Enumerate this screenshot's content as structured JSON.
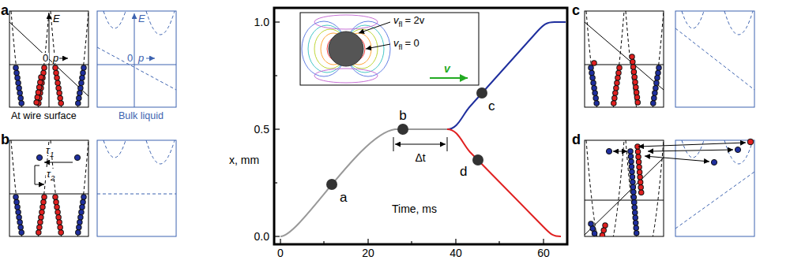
{
  "diagram": {
    "labels": [
      "a",
      "E",
      "0",
      "p",
      "E",
      "0",
      "p",
      "At wire surface",
      "Bulk liquid",
      "b",
      "τ",
      "1",
      "τ",
      "2",
      "1.0",
      "0.5",
      "0.0",
      "0",
      "20",
      "40",
      "60",
      "x, mm",
      "Time, ms",
      "a",
      "b",
      "c",
      "d",
      "Δt",
      "v",
      "fl",
      "= 2v",
      "v",
      "fl",
      "= 0",
      "v",
      "c",
      "d"
    ]
  }
}
